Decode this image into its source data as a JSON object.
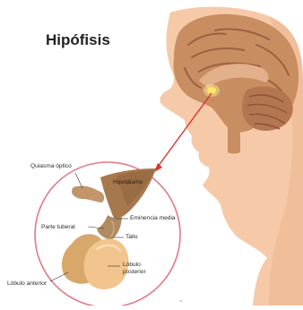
{
  "title": "Hipófisis",
  "labels": {
    "optic_chiasm": "Quiasma óptico",
    "hypothalamus": "Hipotálamo",
    "median_eminence": "Eminencia media",
    "pars_tuberalis": "Parte tuberal",
    "stalk": "Tallo",
    "anterior_lobe": "Lóbulo anterior",
    "posterior_lobe_line1": "Lóbulo",
    "posterior_lobe_line2": "posterior"
  },
  "colors": {
    "skin": "#f6c9a8",
    "skin_shadow": "#e8a884",
    "brain": "#c98d62",
    "brain_dark": "#9a6240",
    "arrow": "#d9342b",
    "circle_border": "#e07a86",
    "hypothalamus": "#a6784e",
    "stalk": "#b08a60",
    "anterior_lobe": "#d8a86a",
    "posterior_lobe": "#f2c48e",
    "gland_highlight": "#ffe13a"
  }
}
